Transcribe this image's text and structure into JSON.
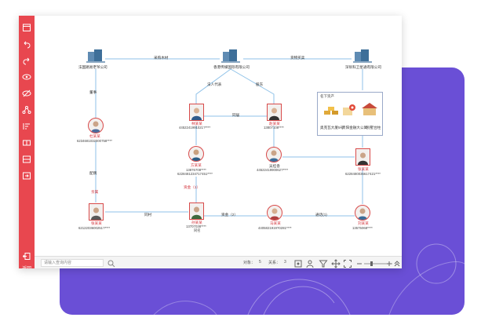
{
  "sidebar": {
    "back_label": "返回",
    "buttons": [
      "calendar-icon",
      "undo-icon",
      "redo-icon",
      "eye-icon",
      "hide-icon",
      "network-icon",
      "sort-icon",
      "group-icon",
      "layout-icon",
      "export-icon"
    ]
  },
  "graph": {
    "companies": [
      {
        "name": "法国路易老爷公司"
      },
      {
        "name": "香港传媒国际有限公司"
      },
      {
        "name": "深圳科卫星通有限公司"
      }
    ],
    "edge_labels": {
      "cooperation": "采购木材",
      "sales": "货物买卖",
      "director": "董事",
      "legal_rep": "法人代表",
      "shareholder": "股东",
      "same_house": "同居",
      "spouse": "配偶",
      "fund1": "资金（1）",
      "fund2": "资金（2）",
      "call1": "通话(1)",
      "friend": "同村",
      "relative": "亲属"
    },
    "people": [
      {
        "name": "杜某某",
        "id": "6234681032000758****"
      },
      {
        "name": "林某某",
        "id": "4452241991021?****"
      },
      {
        "name": "赵某某",
        "id": "13807108****"
      },
      {
        "name": "方某某",
        "id": "13876708****",
        "id2": "6228481234717451****"
      },
      {
        "name": "吴桂香",
        "id": "4452241990062?****"
      },
      {
        "name": "张某某",
        "id": "6228480036617421****"
      },
      {
        "name": "张某某",
        "id": "6212203600251?****"
      },
      {
        "name": "孙某某",
        "id": "13707038****",
        "role": "同名"
      },
      {
        "name": "马某某",
        "id": "4405821919?0281****"
      },
      {
        "name": "刘某某",
        "id": "13575068****"
      }
    ],
    "assets": {
      "title": "名下资产",
      "items": [
        "奥克瓦大厦5号",
        "贵阳金融大公寓",
        "别墅台柱"
      ]
    }
  },
  "bottombar": {
    "search_placeholder": "请输入查询内容",
    "objects_label": "对象：",
    "objects_count": "5",
    "relations_label": "关系：",
    "relations_count": "3"
  }
}
